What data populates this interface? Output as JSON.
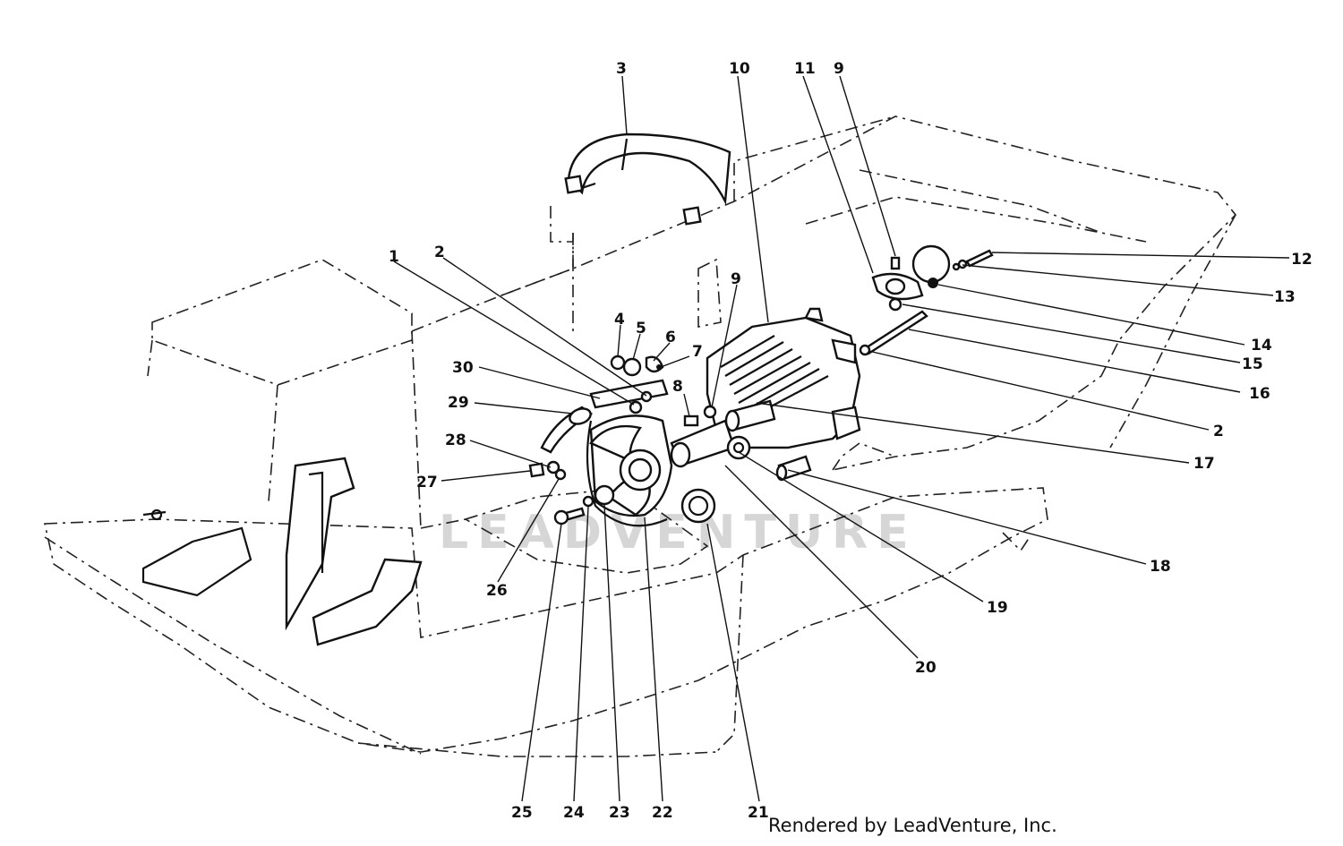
{
  "watermark": "LEADVENTURE",
  "footer": "Rendered by LeadVenture, Inc.",
  "callouts": [
    "1",
    "2",
    "3",
    "4",
    "5",
    "6",
    "7",
    "8",
    "9",
    "10",
    "11",
    "9",
    "12",
    "13",
    "14",
    "15",
    "16",
    "2",
    "17",
    "18",
    "19",
    "20",
    "21",
    "22",
    "23",
    "24",
    "25",
    "26",
    "27",
    "28",
    "29",
    "30"
  ]
}
